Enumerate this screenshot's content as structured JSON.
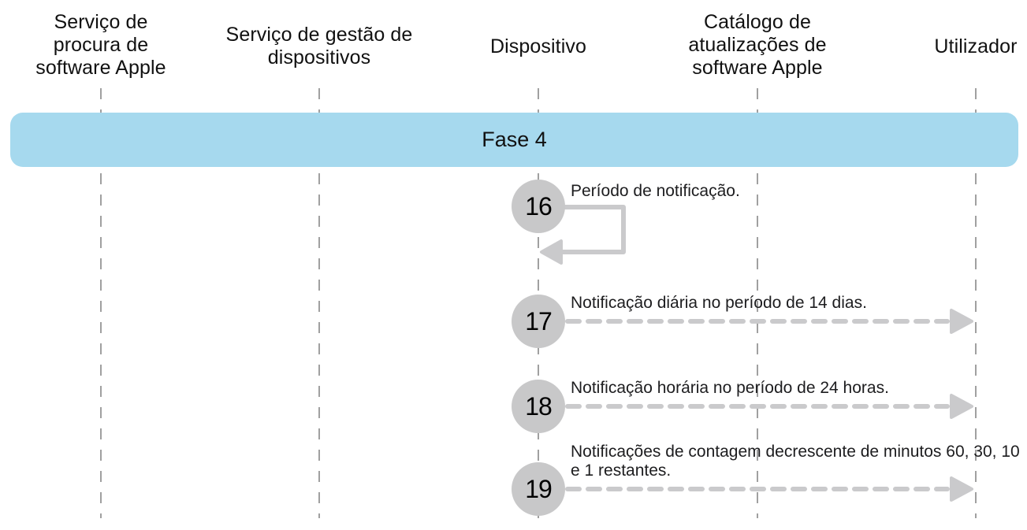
{
  "diagram": {
    "type": "sequence-diagram",
    "lanes": [
      {
        "label": "Serviço de procura de software Apple"
      },
      {
        "label": "Serviço de gestão de dispositivos"
      },
      {
        "label": "Dispositivo"
      },
      {
        "label": "Catálogo de atualizações de software Apple"
      },
      {
        "label": "Utilizador"
      }
    ],
    "phase": {
      "label": "Fase 4"
    },
    "steps": [
      {
        "number": "16",
        "label": "Período de notificação.",
        "arrow": "self-loop",
        "from": "Dispositivo",
        "to": "Dispositivo"
      },
      {
        "number": "17",
        "label": "Notificação diária no período de 14 dias.",
        "arrow": "dashed-right",
        "from": "Dispositivo",
        "to": "Utilizador"
      },
      {
        "number": "18",
        "label": "Notificação horária no período de 24 horas.",
        "arrow": "dashed-right",
        "from": "Dispositivo",
        "to": "Utilizador"
      },
      {
        "number": "19",
        "label": "Notificações de contagem decrescente de minutos 60, 30, 10 e 1 restantes.",
        "arrow": "dashed-right",
        "from": "Dispositivo",
        "to": "Utilizador"
      }
    ],
    "colors": {
      "phase_banner": "#A6D9EE",
      "step_circle": "#C8C8C9",
      "arrow": "#CACACC",
      "lifeline": "#A0A0A0",
      "text": "#111111"
    }
  }
}
